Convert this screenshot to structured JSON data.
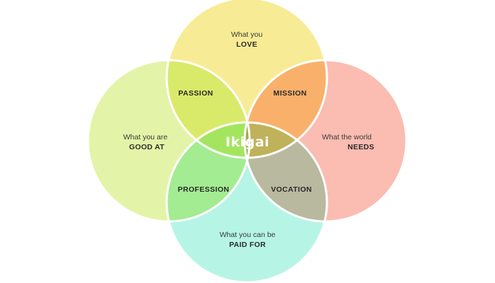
{
  "colors": {
    "love": "#f8eb95",
    "good_at": "#e3f4a8",
    "needs": "#fbbcb1",
    "paid_for": "#b6f5e6",
    "passion": "#d9ea6a",
    "mission": "#f9b06a",
    "profession": "#a3ec92",
    "vocation": "#b9b9a0",
    "love_good_paid": "#a4e560",
    "love_needs_paid": "#bfb25a",
    "love_good_needs": "#d9ac4a",
    "good_paid_needs": "#9db377",
    "ikigai": "#9faa4a",
    "stroke": "#ffffff"
  },
  "circles": {
    "love": {
      "line1": "What you",
      "line2": "LOVE"
    },
    "good_at": {
      "line1": "What you are",
      "line2": "GOOD AT"
    },
    "needs": {
      "line1": "What the world",
      "line2": "NEEDS"
    },
    "paid_for": {
      "line1": "What you can be",
      "line2": "PAID FOR"
    }
  },
  "regions": {
    "passion": "PASSION",
    "mission": "MISSION",
    "profession": "PROFESSION",
    "vocation": "VOCATION"
  },
  "center": "Ikigai"
}
